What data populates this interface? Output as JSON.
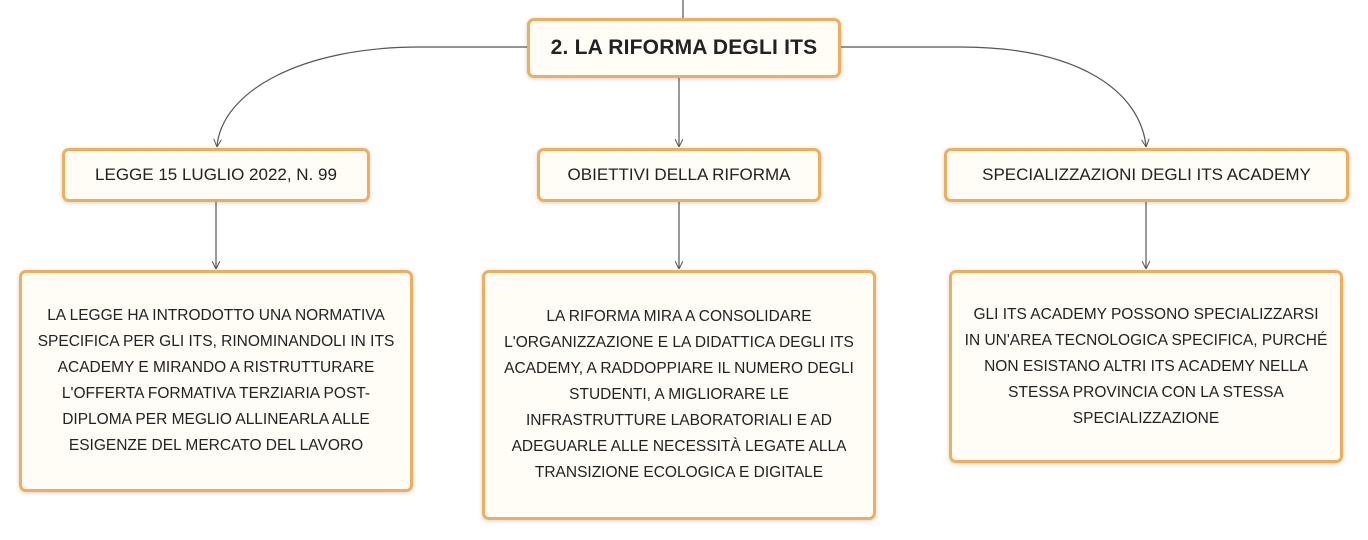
{
  "root": {
    "label": "2. LA RIFORMA DEGLI ITS"
  },
  "branches": [
    {
      "title": "LEGGE 15 LUGLIO 2022, N. 99",
      "description": "LA LEGGE HA INTRODOTTO UNA NORMATIVA SPECIFICA PER GLI ITS, RINOMINANDOLI IN ITS ACADEMY E MIRANDO A RISTRUTTURARE L'OFFERTA FORMATIVA TERZIARIA POST-DIPLOMA PER MEGLIO ALLINEARLA ALLE ESIGENZE DEL MERCATO DEL LAVORO"
    },
    {
      "title": "OBIETTIVI DELLA RIFORMA",
      "description": "LA RIFORMA MIRA A CONSOLIDARE L'ORGANIZZAZIONE E LA DIDATTICA DEGLI ITS ACADEMY, A RADDOPPIARE IL NUMERO DEGLI STUDENTI, A MIGLIORARE LE INFRASTRUTTURE LABORATORIALI E AD ADEGUARLE ALLE NECESSITÀ LEGATE ALLA TRANSIZIONE ECOLOGICA E DIGITALE"
    },
    {
      "title": "SPECIALIZZAZIONI DEGLI ITS ACADEMY",
      "description": "GLI ITS ACADEMY POSSONO SPECIALIZZARSI IN UN'AREA TECNOLOGICA SPECIFICA, PURCHÉ NON ESISTANO ALTRI ITS ACADEMY NELLA STESSA PROVINCIA CON LA STESSA SPECIALIZZAZIONE"
    }
  ],
  "colors": {
    "border": "#f0ae5a",
    "fill": "#fffdf6",
    "connector": "#555555",
    "text": "#222222"
  }
}
